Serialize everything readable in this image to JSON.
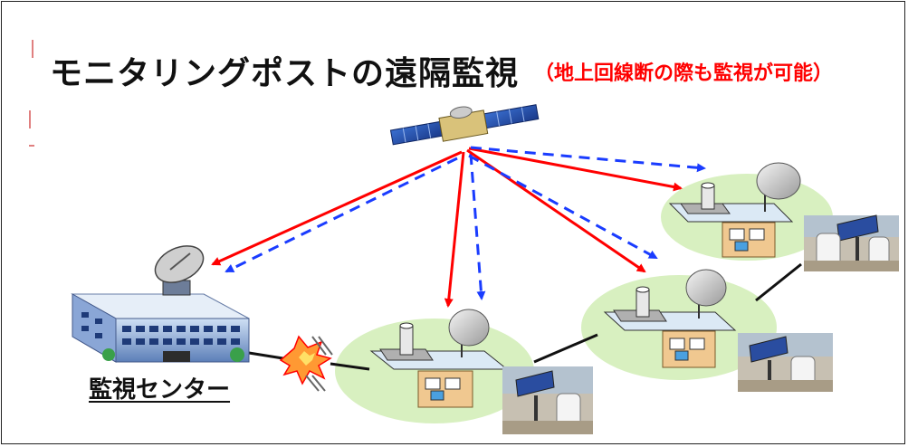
{
  "title": "モニタリングポストの遠隔監視",
  "subtitle": "（地上回線断の際も監視が可能）",
  "center_label": "監視センター",
  "colors": {
    "signal_red": "#ff0000",
    "signal_blue": "#1a3cff",
    "zone_green": "#d8f0c0",
    "subtitle_red": "#ff0000"
  },
  "icons": [
    "satellite-icon",
    "monitoring-center-building-icon",
    "dish-antenna-icon",
    "line-break-icon",
    "monitoring-post-icon",
    "solar-panel-photo-icon"
  ]
}
